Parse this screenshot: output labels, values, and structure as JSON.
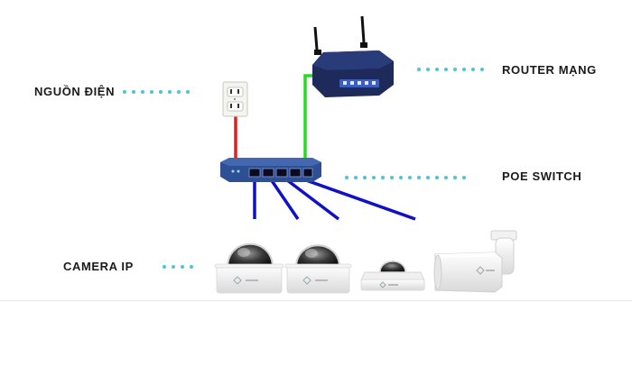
{
  "labels": {
    "power": "NGUỒN ĐIỆN",
    "router": "ROUTER MẠNG",
    "switch": "POE SWITCH",
    "camera": "CAMERA IP"
  },
  "colors": {
    "dot": "#4ec3d6",
    "power_cable": "#e02020",
    "router_cable": "#22dd22",
    "camera_cable": "#1010c8",
    "switch_body": "#2f4f94",
    "router_body": "#1d2a5a",
    "camera_body": "#f2f2f2"
  },
  "icons": [
    "wall-outlet-icon",
    "router-icon",
    "poe-switch-icon",
    "dome-camera-icon",
    "bullet-camera-icon"
  ]
}
